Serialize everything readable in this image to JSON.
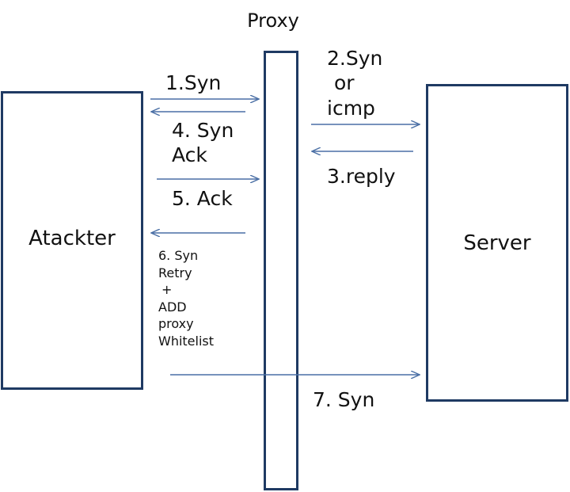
{
  "nodes": {
    "attacker": "Atackter",
    "proxy": "Proxy",
    "server": "Server"
  },
  "steps": {
    "s1": "1.Syn",
    "s2": [
      "2.Syn",
      "or",
      "icmp"
    ],
    "s3": "3.reply",
    "s4": [
      "4. Syn",
      "Ack"
    ],
    "s5": "5. Ack",
    "s6": [
      "6. Syn",
      "Retry",
      "+",
      "ADD",
      "proxy",
      "Whitelist"
    ],
    "s7": "7. Syn"
  },
  "colors": {
    "box_border": "#1f3a63",
    "arrow": "#4a6fa5"
  }
}
